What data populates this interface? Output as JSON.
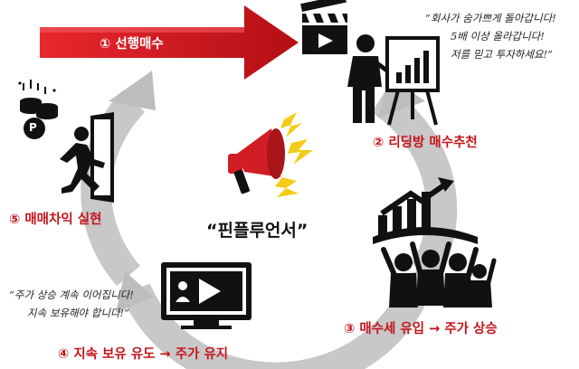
{
  "center_title": "“핀플루언서”",
  "steps": [
    {
      "label": "①  선행매수"
    },
    {
      "label": "②  리딩방 매수추천"
    },
    {
      "label": "③  매수세 유입 → 주가 상승"
    },
    {
      "label": "④  지속 보유 유도 → 주가 유지"
    },
    {
      "label": "⑤  매매차익 실현"
    }
  ],
  "quotes": {
    "top_right": [
      "“회사가 숨가쁘게 돌아갑니다!",
      "5배 이상 올라갑니다!",
      "저를 믿고 투자하세요!”"
    ],
    "bottom_left": [
      "“주가 상승 계속 이어집니다!",
      "지속 보유해야 합니다!”"
    ]
  },
  "icons": {
    "coin": "P"
  },
  "colors": {
    "accent_red": "#c4141b",
    "cycle_gray": "#c8c8c8"
  }
}
